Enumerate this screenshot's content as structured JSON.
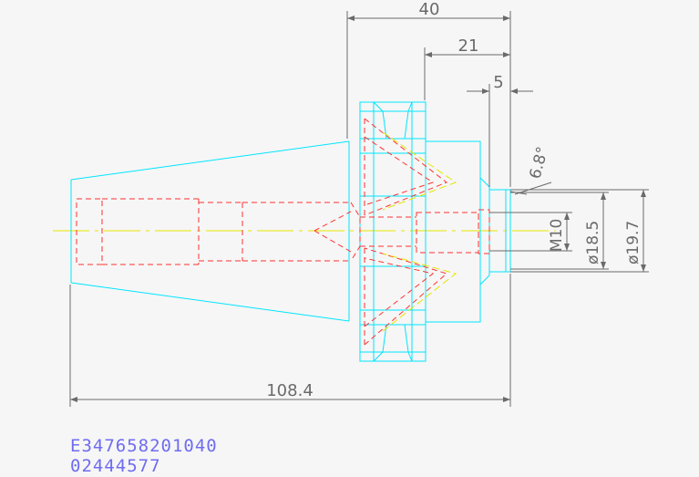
{
  "drawing": {
    "background": "#f6f6f6",
    "colors": {
      "outline": "#00e5ff",
      "hidden": "#ff3333",
      "centerline": "#e6e600",
      "dimension": "#6a6a6a",
      "code_text": "#6e6cf0"
    },
    "dimensions": {
      "top_40": "40",
      "top_21": "21",
      "top_5": "5",
      "angle": "6.8°",
      "thread": "M10",
      "dia_inner": "ø18.5",
      "dia_outer": "ø19.7",
      "overall_length": "108.4"
    }
  },
  "codes": {
    "part_number": "E347658201040",
    "order_number": "02444577"
  }
}
